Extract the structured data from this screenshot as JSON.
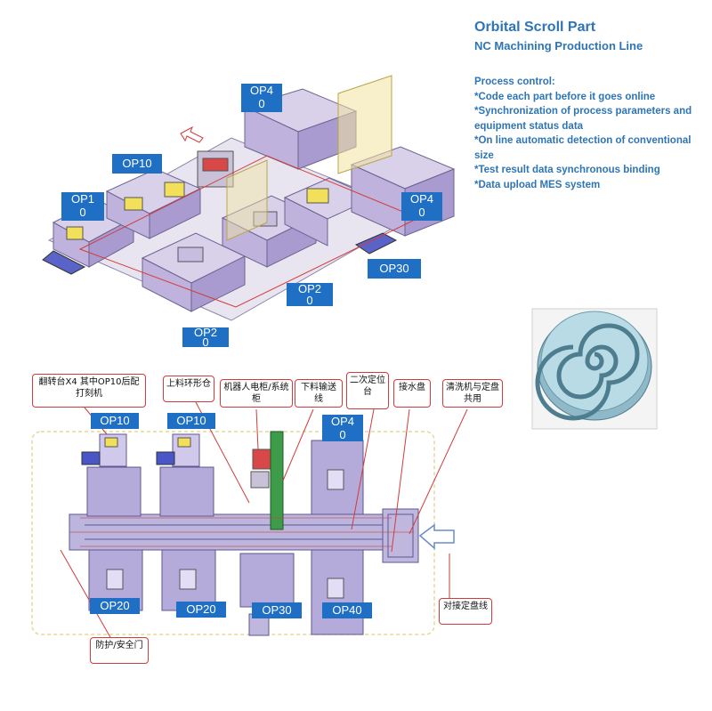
{
  "header": {
    "title": "Orbital Scroll Part",
    "subtitle": "NC Machining Production Line"
  },
  "process": {
    "heading": "Process control:",
    "items": [
      "*Code each part before it goes online",
      "*Synchronization of process parameters and equipment status data",
      "*On line automatic detection of conventional size",
      "*Test result data synchronous binding",
      "*Data upload MES system"
    ]
  },
  "iso_tags": {
    "op40_top_a": "OP4",
    "op40_top_b": "0",
    "op10": "OP10",
    "op10_left_a": "OP1",
    "op10_left_b": "0",
    "op40_right_a": "OP4",
    "op40_right_b": "0",
    "op30": "OP30",
    "op20_mid_a": "OP2",
    "op20_mid_b": "0",
    "op20_bot_a": "OP2",
    "op20_bot_b": "0"
  },
  "plan_tags": {
    "op10_a": "OP10",
    "op10_b": "OP10",
    "op40_top_a": "OP4",
    "op40_top_b": "0",
    "op20_a": "OP20",
    "op20_b": "OP20",
    "op30": "OP30",
    "op40": "OP40"
  },
  "callouts": {
    "flip": "翻转台X4 其中OP10后配打刻机",
    "feed_bin": "上料环形仓",
    "robot_cabinet": "机器人电柜/系统柜",
    "unload_line": "下料输送线",
    "secondary_position": "二次定位台",
    "drip_tray": "接水盘",
    "washer": "清洗机与定盘共用",
    "guard_door": "防护/安全门",
    "dock_line": "对接定盘线"
  }
}
